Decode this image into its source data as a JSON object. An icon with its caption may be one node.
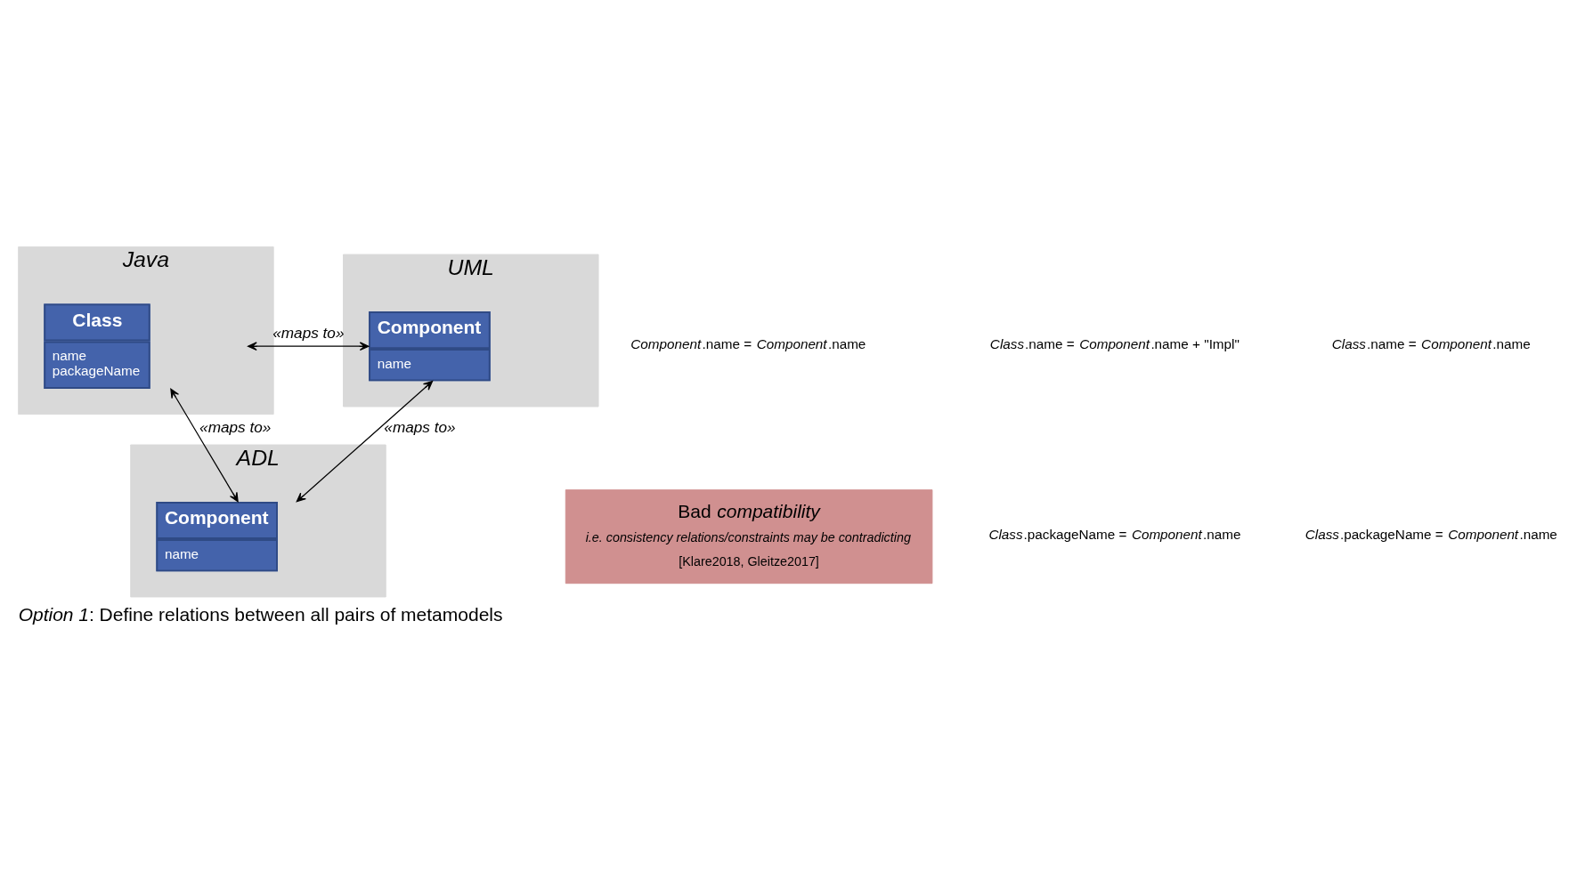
{
  "diagram": {
    "caption": "*Option 1*: Define relations between all pairs of metamodels",
    "nodes": [
      {
        "text": [
          "Java"
        ]
      },
      {
        "text": [
          "Class",
          "name",
          "packageName"
        ],
        "in": 0
      },
      {
        "text": [
          "UML"
        ]
      },
      {
        "text": [
          "Component",
          "name"
        ],
        "in": 2
      },
      {
        "text": [
          "ADL"
        ]
      },
      {
        "text": [
          "Component",
          "name"
        ],
        "in": 4
      },
      {
        "text": [
          "Bad *compatibility*",
          "i.e. consistency relations/constraints may be contradicting",
          "[Klare2018, Gleitze2017]"
        ]
      }
    ],
    "edges": [
      {
        "from": 1,
        "to": 3,
        "arrow": "both",
        "label": "«maps to»"
      },
      {
        "from": 1,
        "to": 5,
        "arrow": "both",
        "label": "«maps to»"
      },
      {
        "from": 3,
        "to": 5,
        "arrow": "both",
        "label": "«maps to»"
      }
    ],
    "labels": [
      "*Class*.name = *Component*.name + \"Impl\"",
      "*Class*.packageName = *Component*.name",
      "*Component*.name = *Component*.name",
      "*Class*.name = *Component*.name",
      "*Class*.packageName = *Component*.name"
    ]
  }
}
